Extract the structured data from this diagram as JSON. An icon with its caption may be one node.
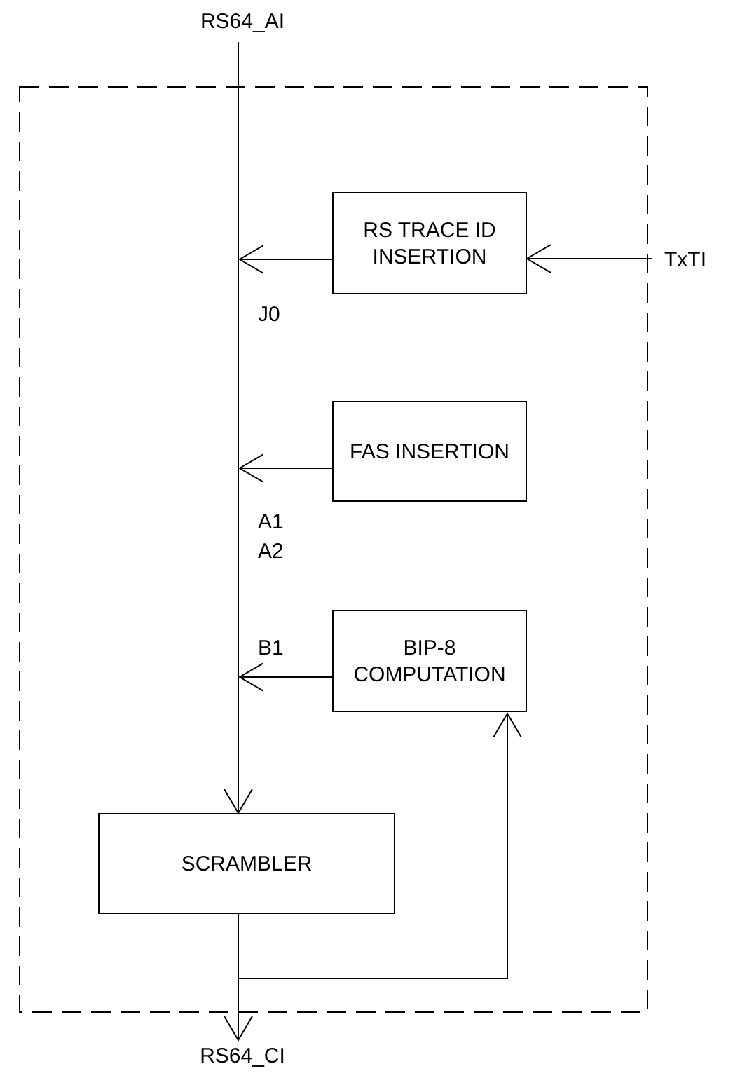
{
  "diagram": {
    "nodes": [
      {
        "text": [
          "RS64_AI"
        ]
      },
      {
        "text": [
          "RS TRACE ID INSERTION"
        ]
      },
      {
        "text": [
          "TxTI"
        ]
      },
      {
        "text": [
          "FAS INSERTION"
        ]
      },
      {
        "text": [
          "BIP-8 COMPUTATION"
        ]
      },
      {
        "text": [
          "SCRAMBLER"
        ]
      },
      {
        "text": [
          "RS64_CI"
        ]
      }
    ],
    "edges": [
      {
        "from": 0,
        "to": 5,
        "arrow": "to"
      },
      {
        "from": 2,
        "to": 1,
        "arrow": "to"
      },
      {
        "from": 1,
        "to": null,
        "arrow": "to",
        "label": "J0"
      },
      {
        "from": 3,
        "to": null,
        "arrow": "to",
        "label": "A1 A2"
      },
      {
        "from": 4,
        "to": null,
        "arrow": "to",
        "label": "B1"
      },
      {
        "from": 5,
        "to": 6,
        "arrow": "to"
      },
      {
        "from": 5,
        "to": 4,
        "arrow": "to"
      }
    ]
  }
}
